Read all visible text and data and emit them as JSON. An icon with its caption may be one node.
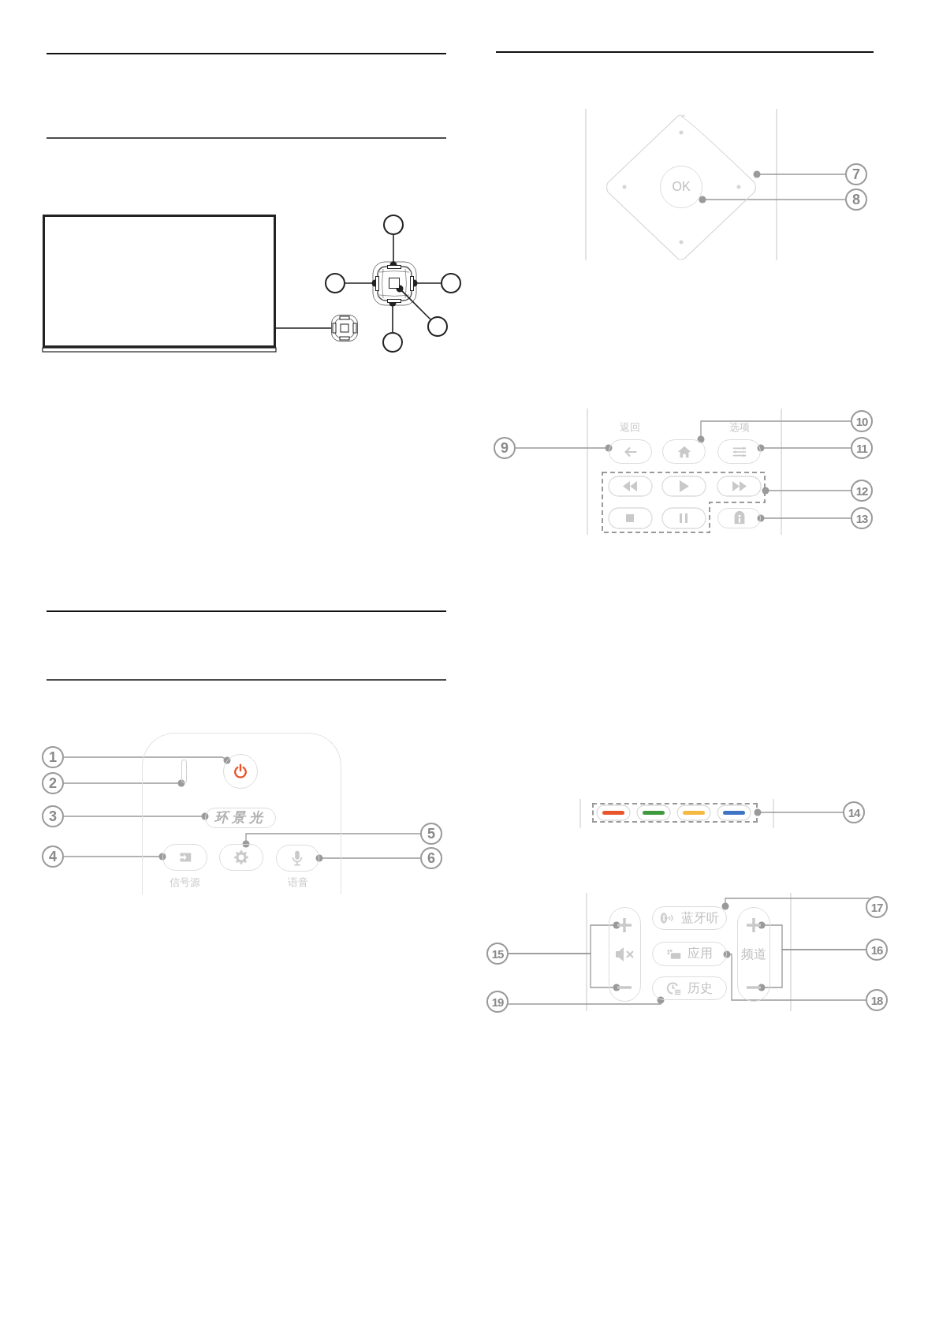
{
  "diagram": {
    "nodes": [
      {
        "text": [],
        "shape": "box"
      },
      {
        "text": [],
        "shape": "box"
      },
      {
        "text": [],
        "shape": "circle"
      },
      {
        "text": [],
        "shape": "circle"
      },
      {
        "text": [],
        "shape": "circle"
      },
      {
        "text": [],
        "shape": "circle"
      },
      {
        "text": [],
        "shape": "circle"
      },
      {
        "text": [],
        "shape": "box"
      },
      {
        "text": [],
        "shape": "box"
      },
      {
        "text": [],
        "shape": "box"
      },
      {
        "text": [],
        "shape": "box"
      },
      {
        "text": [],
        "shape": "box"
      },
      {
        "text": [],
        "shape": "box"
      },
      {
        "text": [],
        "shape": "circle",
        "in": 12
      },
      {
        "text": [],
        "shape": "bar",
        "in": 12
      },
      {
        "text": [
          "环景光"
        ],
        "in": 12
      },
      {
        "text": [],
        "shape": "box",
        "beside": [
          "信号源"
        ],
        "in": 12
      },
      {
        "text": [],
        "shape": "box",
        "in": 12
      },
      {
        "text": [],
        "shape": "box",
        "beside": [
          "语音"
        ],
        "in": 12
      },
      {
        "text": [
          "1"
        ]
      },
      {
        "text": [
          "2"
        ]
      },
      {
        "text": [
          "3"
        ]
      },
      {
        "text": [
          "4"
        ]
      },
      {
        "text": [
          "5"
        ]
      },
      {
        "text": [
          "6"
        ]
      },
      {
        "text": [],
        "shape": "diamond"
      },
      {
        "text": [
          "OK"
        ],
        "in": 25
      },
      {
        "text": [
          "7"
        ]
      },
      {
        "text": [
          "8"
        ]
      },
      {
        "text": [],
        "shape": "box",
        "beside": [
          "返回"
        ]
      },
      {
        "text": [],
        "shape": "box"
      },
      {
        "text": [],
        "shape": "box",
        "beside": [
          "选项"
        ]
      },
      {
        "text": [],
        "shape": "box"
      },
      {
        "text": [],
        "shape": "box"
      },
      {
        "text": [
          "9"
        ]
      },
      {
        "text": [
          "10"
        ]
      },
      {
        "text": [
          "11"
        ]
      },
      {
        "text": [
          "12"
        ]
      },
      {
        "text": [
          "13"
        ]
      },
      {
        "text": [],
        "shape": "box"
      },
      {
        "text": [
          "14"
        ]
      },
      {
        "text": [],
        "shape": "box"
      },
      {
        "text": [],
        "shape": "box",
        "in": 41
      },
      {
        "text": [],
        "shape": "box",
        "in": 41
      },
      {
        "text": [
          "蓝牙听"
        ]
      },
      {
        "text": [
          "应用"
        ]
      },
      {
        "text": [
          "历史"
        ]
      },
      {
        "text": [
          "频道"
        ]
      },
      {
        "text": [],
        "shape": "box",
        "in": 47
      },
      {
        "text": [],
        "shape": "box",
        "in": 47
      },
      {
        "text": [
          "15"
        ]
      },
      {
        "text": [
          "16"
        ]
      },
      {
        "text": [
          "17"
        ]
      },
      {
        "text": [
          "18"
        ]
      },
      {
        "text": [
          "19"
        ]
      }
    ],
    "edges": [
      {
        "from": 0,
        "to": 1,
        "arrow": "none",
        "color": "#222222"
      },
      {
        "from": 2,
        "to": 7,
        "arrow": "other",
        "color": "#222222"
      },
      {
        "from": 3,
        "to": 8,
        "arrow": "other",
        "color": "#222222"
      },
      {
        "from": 4,
        "to": 10,
        "arrow": "other",
        "color": "#222222"
      },
      {
        "from": 5,
        "to": 9,
        "arrow": "other",
        "color": "#222222"
      },
      {
        "from": 6,
        "to": 11,
        "arrow": "other",
        "color": "#222222"
      },
      {
        "from": 19,
        "to": 13,
        "arrow": "other"
      },
      {
        "from": 20,
        "to": 14,
        "arrow": "other"
      },
      {
        "from": 21,
        "to": 15,
        "arrow": "other"
      },
      {
        "from": 22,
        "to": 16,
        "arrow": "other"
      },
      {
        "from": 23,
        "to": 17,
        "arrow": "other"
      },
      {
        "from": 24,
        "to": 18,
        "arrow": "other"
      },
      {
        "from": 27,
        "to": 25,
        "arrow": "other"
      },
      {
        "from": 28,
        "to": 26,
        "arrow": "other"
      },
      {
        "from": 34,
        "to": 29,
        "arrow": "other"
      },
      {
        "from": 35,
        "to": 30,
        "arrow": "other"
      },
      {
        "from": 36,
        "to": 31,
        "arrow": "other"
      },
      {
        "from": 37,
        "to": 32,
        "arrow": "other"
      },
      {
        "from": 38,
        "to": 33,
        "arrow": "other"
      },
      {
        "from": 40,
        "to": 39,
        "arrow": "other"
      },
      {
        "from": 50,
        "to": 42,
        "arrow": "other"
      },
      {
        "from": 50,
        "to": 43,
        "arrow": "other"
      },
      {
        "from": 51,
        "to": 48,
        "arrow": "other"
      },
      {
        "from": 51,
        "to": 49,
        "arrow": "other"
      },
      {
        "from": 52,
        "to": 44,
        "arrow": "other"
      },
      {
        "from": 53,
        "to": 45,
        "arrow": "other"
      },
      {
        "from": 54,
        "to": 46,
        "arrow": "other"
      }
    ]
  }
}
